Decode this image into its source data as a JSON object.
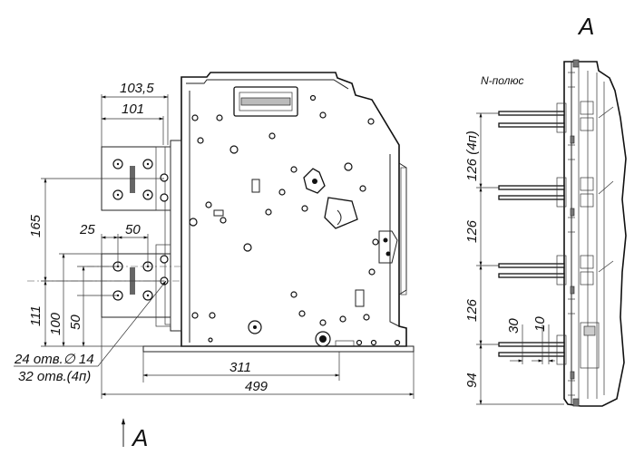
{
  "view_label_top": "A",
  "view_label_bottom": "A",
  "pole_label": "N-полюс",
  "front_view": {
    "dim_103_5": "103,5",
    "dim_101": "101",
    "dim_165": "165",
    "dim_25": "25",
    "dim_50_h": "50",
    "dim_111": "111",
    "dim_100": "100",
    "dim_50_v": "50",
    "dim_311": "311",
    "dim_499": "499",
    "holes_note_line1": "24 отв.∅ 14",
    "holes_note_line2": "32 отв.(4п)"
  },
  "side_view": {
    "dim_126_4p": "126 (4п)",
    "dim_126_a": "126",
    "dim_126_b": "126",
    "dim_94": "94",
    "dim_30": "30",
    "dim_10": "10"
  }
}
